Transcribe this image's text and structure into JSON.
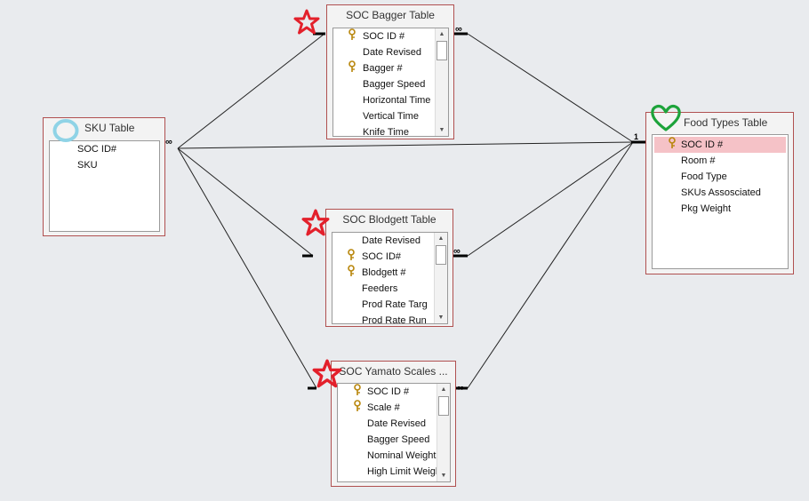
{
  "colors": {
    "background": "#e9ebee",
    "table_border": "#b05050",
    "selected_row": "#f5c2c7",
    "star": "#e3202b",
    "heart": "#1da33a",
    "circle": "#8fd3e6"
  },
  "tables": {
    "sku": {
      "title": "SKU Table",
      "fields": [
        "SOC ID#",
        "SKU"
      ]
    },
    "bagger": {
      "title": "SOC Bagger Table",
      "fields": [
        "SOC ID #",
        "Date Revised",
        "Bagger #",
        "Bagger Speed",
        "Horizontal Time",
        "Vertical Time",
        "Knife Time"
      ]
    },
    "blodgett": {
      "title": "SOC Blodgett Table",
      "fields": [
        "Date Revised",
        "SOC ID#",
        "Blodgett #",
        "Feeders",
        "Prod Rate Targ",
        "Prod Rate Run"
      ]
    },
    "yamato": {
      "title": "SOC Yamato Scales ...",
      "fields": [
        "SOC ID #",
        "Scale #",
        "Date Revised",
        "Bagger Speed",
        "Nominal Weight",
        "High Limit Weight"
      ]
    },
    "food": {
      "title": "Food Types Table",
      "fields": [
        "SOC ID #",
        "Room #",
        "Food Type",
        "SKUs Assosciated",
        "Pkg Weight"
      ]
    }
  },
  "relationships": {
    "one_label": "1",
    "many_label": "∞"
  },
  "icons": {
    "key": "key-icon",
    "scroll_up": "scroll-up-arrow-icon",
    "scroll_down": "scroll-down-arrow-icon",
    "star": "star-annotation-icon",
    "heart": "heart-annotation-icon",
    "circle": "circle-annotation-icon"
  }
}
